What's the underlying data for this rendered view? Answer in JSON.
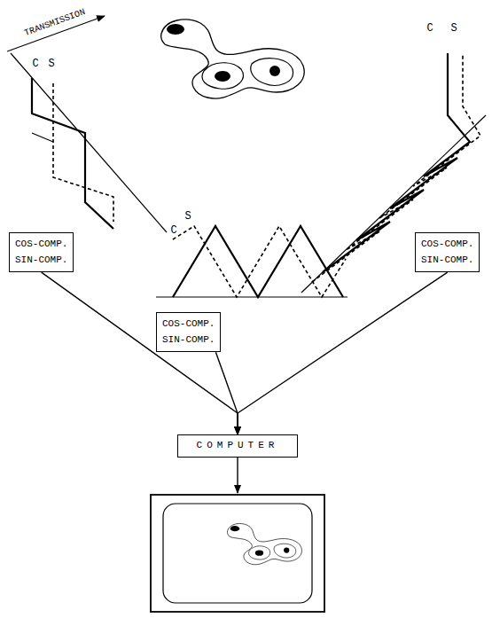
{
  "diagram": {
    "nodes": [
      {
        "text": [
          "COS-COMP.",
          "SIN-COMP."
        ]
      },
      {
        "text": [
          "COS-COMP.",
          "SIN-COMP."
        ]
      },
      {
        "text": [
          "COS-COMP.",
          "SIN-COMP."
        ]
      },
      {
        "text": [
          "COMPUTER"
        ]
      }
    ],
    "edges": [
      {
        "from": 0,
        "to": 3,
        "arrow": "to"
      },
      {
        "from": 1,
        "to": 3,
        "arrow": "to"
      },
      {
        "from": 2,
        "to": 3,
        "arrow": "to"
      }
    ],
    "labels": [
      "TRANSMISSION",
      "C",
      "S",
      "S",
      "C",
      "C",
      "S"
    ]
  }
}
